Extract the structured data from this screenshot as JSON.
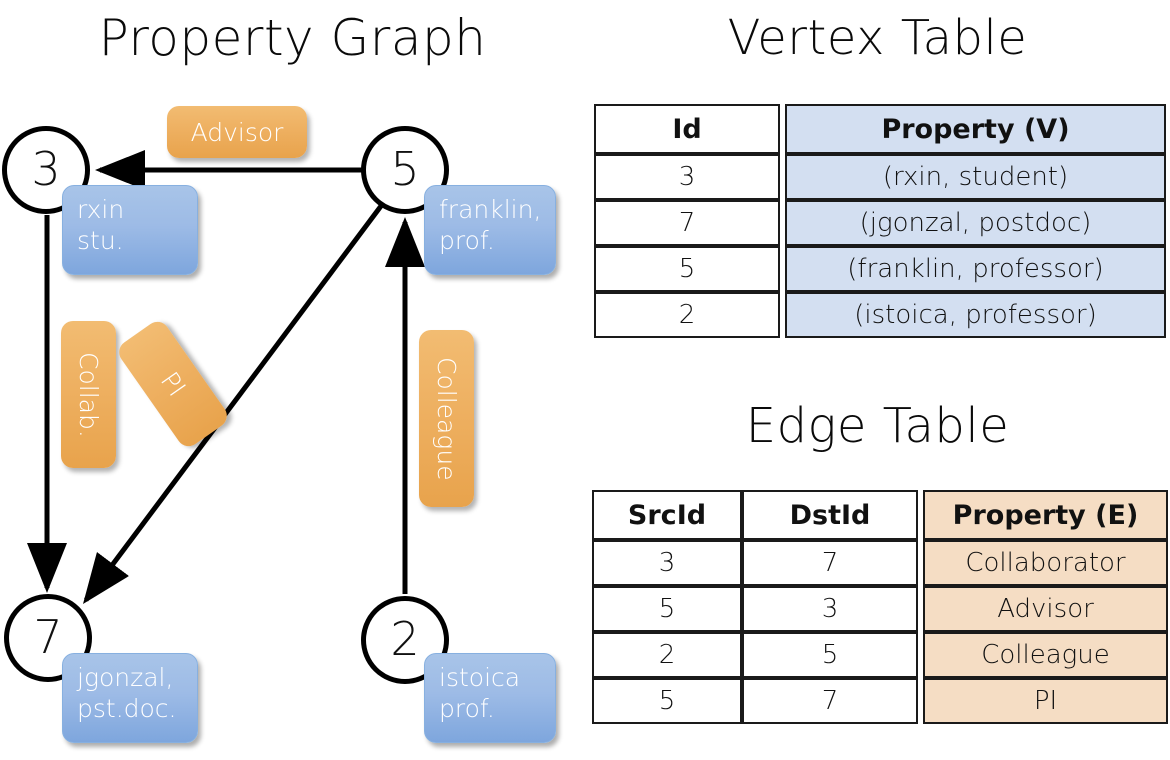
{
  "titles": {
    "property_graph": "Property Graph",
    "vertex_table": "Vertex Table",
    "edge_table": "Edge Table"
  },
  "colors": {
    "vertex_property_fill": "#d3dff1",
    "edge_property_fill": "#f5ddc4",
    "vertex_prop_box": "#9dbbe6",
    "edge_label_box": "#eeb061",
    "stroke": "#000000"
  },
  "graph": {
    "nodes": [
      {
        "id": "3",
        "property_lines": [
          "rxin",
          "stu."
        ]
      },
      {
        "id": "5",
        "property_lines": [
          "franklin,",
          "prof."
        ]
      },
      {
        "id": "7",
        "property_lines": [
          "jgonzal,",
          "pst.doc."
        ]
      },
      {
        "id": "2",
        "property_lines": [
          "istoica",
          "prof."
        ]
      }
    ],
    "edge_labels": [
      {
        "name": "advisor",
        "text": "Advisor",
        "orientation": "horizontal"
      },
      {
        "name": "collab",
        "text": "Collab.",
        "orientation": "vertical"
      },
      {
        "name": "pi",
        "text": "PI",
        "orientation": "vertical-rotated"
      },
      {
        "name": "colleague",
        "text": "Colleague",
        "orientation": "vertical"
      }
    ],
    "edges": [
      {
        "from": "5",
        "to": "3",
        "label": "Advisor"
      },
      {
        "from": "3",
        "to": "7",
        "label": "Collab."
      },
      {
        "from": "5",
        "to": "7",
        "label": "PI"
      },
      {
        "from": "2",
        "to": "5",
        "label": "Colleague"
      }
    ]
  },
  "vertex_table": {
    "headers": [
      "Id",
      "Property (V)"
    ],
    "rows": [
      {
        "id": "3",
        "property": "(rxin, student)"
      },
      {
        "id": "7",
        "property": "(jgonzal, postdoc)"
      },
      {
        "id": "5",
        "property": "(franklin, professor)"
      },
      {
        "id": "2",
        "property": "(istoica, professor)"
      }
    ]
  },
  "edge_table": {
    "headers": [
      "SrcId",
      "DstId",
      "Property (E)"
    ],
    "rows": [
      {
        "src": "3",
        "dst": "7",
        "property": "Collaborator"
      },
      {
        "src": "5",
        "dst": "3",
        "property": "Advisor"
      },
      {
        "src": "2",
        "dst": "5",
        "property": "Colleague"
      },
      {
        "src": "5",
        "dst": "7",
        "property": "PI"
      }
    ]
  }
}
